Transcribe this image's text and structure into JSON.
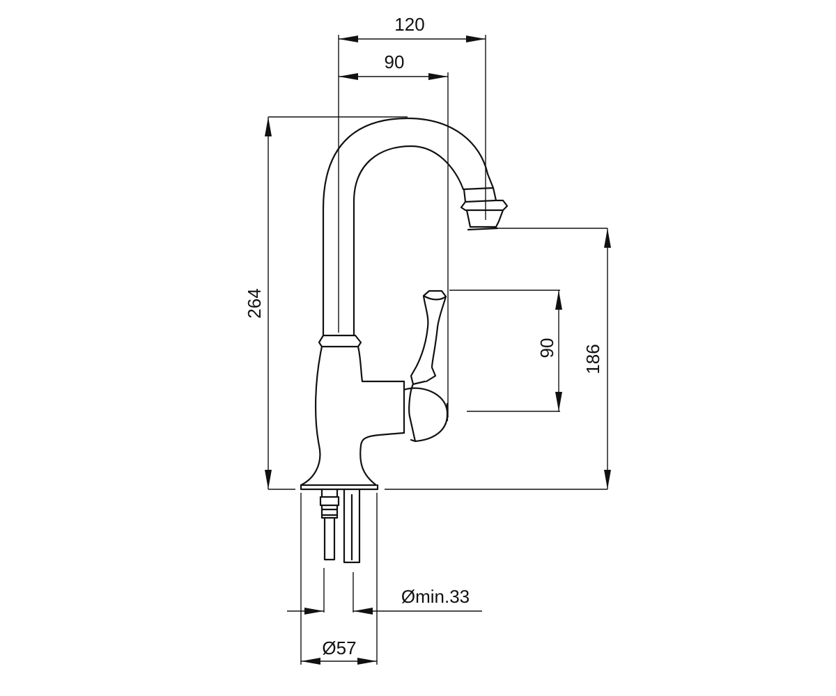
{
  "colors": {
    "line": "#111111",
    "background": "#ffffff"
  },
  "dimensions": {
    "spout_reach_outer": "120",
    "spout_reach_inner": "90",
    "total_height": "264",
    "handle_height": "90",
    "outlet_height": "186",
    "hole_diameter": "Ømin.33",
    "base_diameter": "Ø57"
  }
}
